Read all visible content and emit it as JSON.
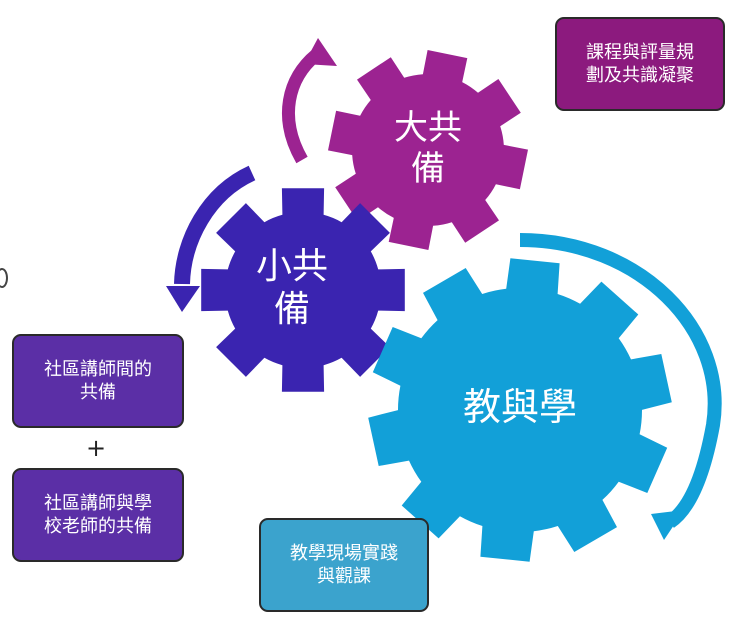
{
  "gears": {
    "big": {
      "label_line1": "大共",
      "label_line2": "備",
      "color": "#9c2391"
    },
    "small": {
      "label_line1": "小共",
      "label_line2": "備",
      "color": "#3a24b0"
    },
    "teach": {
      "label": "教與學",
      "color": "#12a0d8"
    }
  },
  "boxes": {
    "curriculum": {
      "line1": "課程與評量規",
      "line2": "劃及共識凝聚",
      "color": "#8c1a7e"
    },
    "community_peer": {
      "line1": "社區講師間的",
      "line2": "共備",
      "color": "#5b2fa6"
    },
    "plus": "+",
    "community_school": {
      "line1": "社區講師與學",
      "line2": "校老師的共備",
      "color": "#5b2fa6"
    },
    "classroom": {
      "line1": "教學現場實踐",
      "line2": "與觀課",
      "color": "#3ba3cd"
    }
  },
  "arrows": [
    {
      "name": "arrow-to-big-gear",
      "color": "#9c2391"
    },
    {
      "name": "arrow-to-small-gear",
      "color": "#3a24b0"
    },
    {
      "name": "arrow-around-teach-gear",
      "color": "#12a0d8"
    }
  ]
}
